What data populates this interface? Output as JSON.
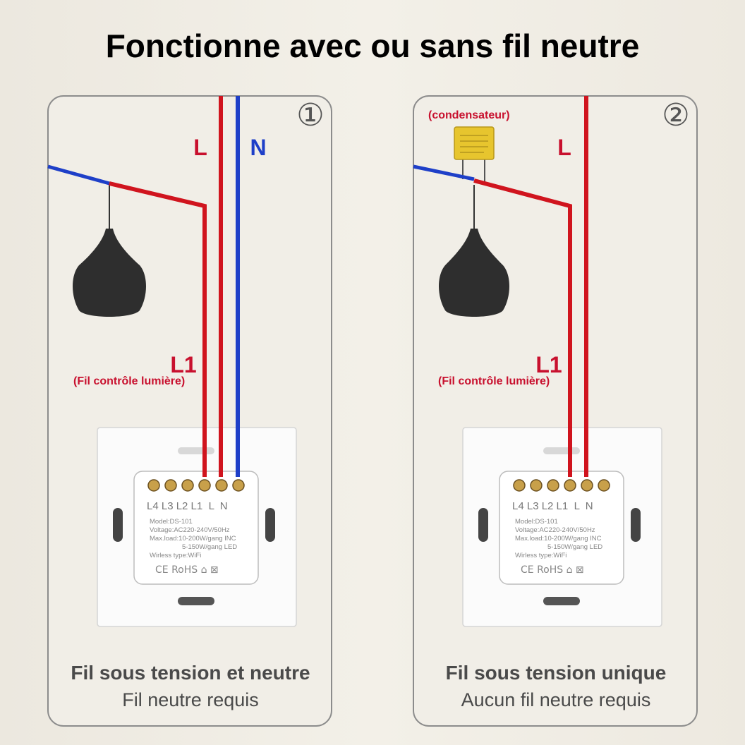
{
  "title": "Fonctionne avec ou sans fil neutre",
  "colors": {
    "live": "#d0141e",
    "neutral": "#1e3fc8",
    "label": "#c8102e",
    "text": "#4a4a4a"
  },
  "panels": [
    {
      "number": "①",
      "wire_labels": {
        "live": "L",
        "neutral": "N",
        "control": "L1"
      },
      "control_note": "(Fil contrôle lumière)",
      "terminals": "L4 L3 L2 L1  L  N",
      "spec_lines": [
        "Model:DS-101",
        "Voltage:AC220-240V/50Hz",
        "Max.load:10-200W/gang  INC",
        "5-150W/gang  LED",
        "Wirless type:WiFi"
      ],
      "marks": "CE RoHS ⌂ ⊠",
      "caption_bold": "Fil sous tension et neutre",
      "caption": "Fil neutre requis"
    },
    {
      "number": "②",
      "capacitor_note": "(condensateur)",
      "wire_labels": {
        "live": "L",
        "control": "L1"
      },
      "control_note": "(Fil contrôle lumière)",
      "terminals": "L4 L3 L2 L1  L  N",
      "spec_lines": [
        "Model:DS-101",
        "Voltage:AC220-240V/50Hz",
        "Max.load:10-200W/gang  INC",
        "5-150W/gang  LED",
        "Wirless type:WiFi"
      ],
      "marks": "CE RoHS ⌂ ⊠",
      "caption_bold": "Fil sous tension unique",
      "caption": "Aucun fil neutre requis"
    }
  ]
}
